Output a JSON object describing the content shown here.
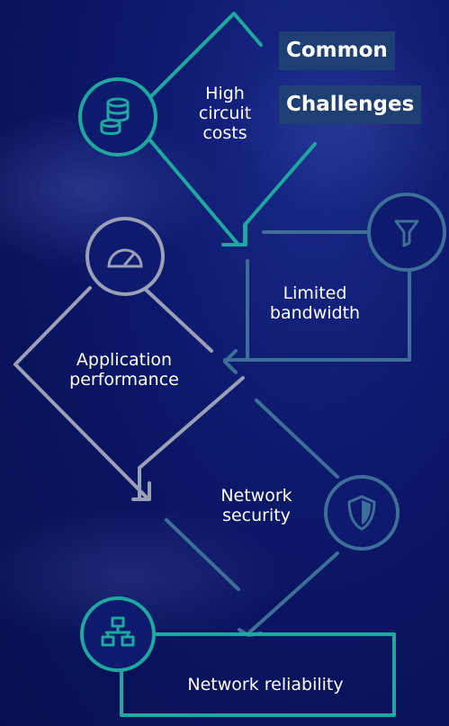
{
  "title": {
    "line1": "Common",
    "line2": "Challenges"
  },
  "colors": {
    "teal": "#1fa8a0",
    "gray": "#9aa0b6",
    "steel": "#3e6f99",
    "navy_box": "#1e3f73",
    "background": "#0c1769"
  },
  "steps": [
    {
      "label_lines": [
        "High",
        "circuit",
        "costs"
      ],
      "icon": "coins-stack-icon"
    },
    {
      "label_lines": [
        "Limited",
        "bandwidth"
      ],
      "icon": "filter-funnel-icon"
    },
    {
      "label_lines": [
        "Application",
        "performance"
      ],
      "icon": "speedometer-gauge-icon"
    },
    {
      "label_lines": [
        "Network",
        "security"
      ],
      "icon": "shield-icon"
    },
    {
      "label_lines": [
        "Network reliability"
      ],
      "icon": "network-hierarchy-icon"
    }
  ]
}
